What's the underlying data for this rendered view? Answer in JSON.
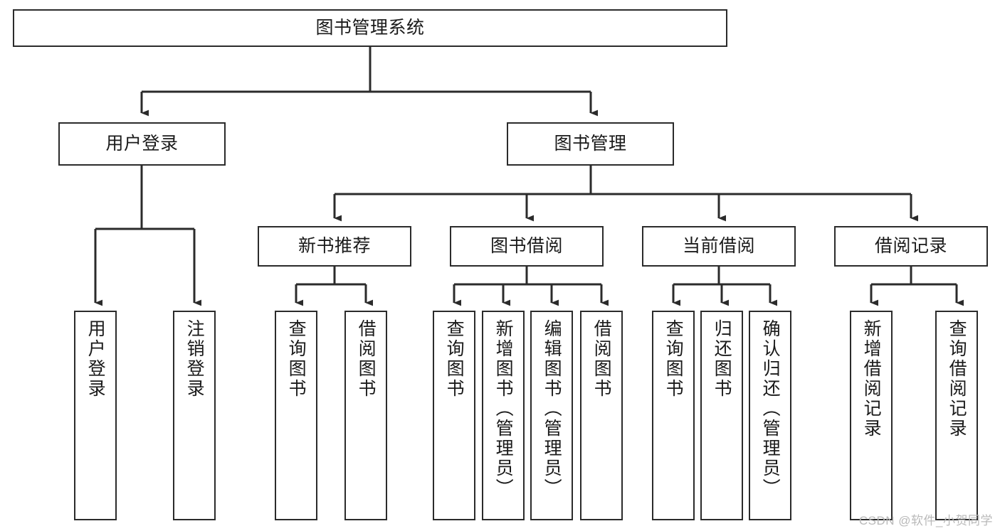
{
  "diagram": {
    "title": "图书管理系统",
    "type": "tree-hierarchy-chart",
    "watermark": "CSDN @软件_小贺同学",
    "colors": {
      "box_border": "#2b2b2b",
      "box_fill": "#ffffff",
      "connector": "#2b2b2b",
      "text": "#1a1a1a",
      "watermark": "#b9b9b9"
    },
    "root": {
      "label": "图书管理系统"
    },
    "level2": [
      {
        "label": "用户登录"
      },
      {
        "label": "图书管理"
      }
    ],
    "level3": [
      {
        "label": "新书推荐"
      },
      {
        "label": "图书借阅"
      },
      {
        "label": "当前借阅"
      },
      {
        "label": "借阅记录"
      }
    ],
    "leaves": {
      "user_login": [
        {
          "label": "用户登录"
        },
        {
          "label": "注销登录"
        }
      ],
      "new_book_recommend": [
        {
          "label": "查询图书"
        },
        {
          "label": "借阅图书"
        }
      ],
      "book_borrow": [
        {
          "label": "查询图书"
        },
        {
          "label": "新增图书（管理员）"
        },
        {
          "label": "编辑图书（管理员）"
        },
        {
          "label": "借阅图书"
        }
      ],
      "current_borrow": [
        {
          "label": "查询图书"
        },
        {
          "label": "归还图书"
        },
        {
          "label": "确认归还（管理员）"
        }
      ],
      "borrow_records": [
        {
          "label": "新增借阅记录"
        },
        {
          "label": "查询借阅记录"
        }
      ]
    }
  }
}
